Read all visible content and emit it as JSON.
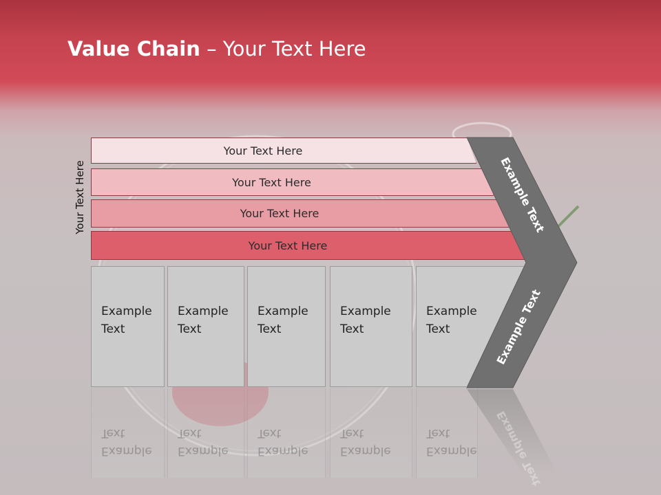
{
  "title": {
    "bold": "Value Chain",
    "rest": " – Your Text Here"
  },
  "side_label": "Your Text Here",
  "rows": [
    {
      "label": "Your Text Here"
    },
    {
      "label": "Your Text Here"
    },
    {
      "label": "Your Text Here"
    },
    {
      "label": "Your Text Here"
    }
  ],
  "boxes": [
    {
      "line1": "Example",
      "line2": "Text"
    },
    {
      "line1": "Example",
      "line2": "Text"
    },
    {
      "line1": "Example",
      "line2": "Text"
    },
    {
      "line1": "Example",
      "line2": "Text"
    },
    {
      "line1": "Example",
      "line2": "Text"
    }
  ],
  "chevron": {
    "upper": "Example Text",
    "lower": "Example Text"
  },
  "colors": {
    "header": "#c5434f",
    "row_1": "#f6e1e4",
    "row_2": "#f0bcc2",
    "row_3": "#e89ca4",
    "row_4": "#dd5f6c",
    "box": "#cbcbcb",
    "chevron": "#707070"
  }
}
